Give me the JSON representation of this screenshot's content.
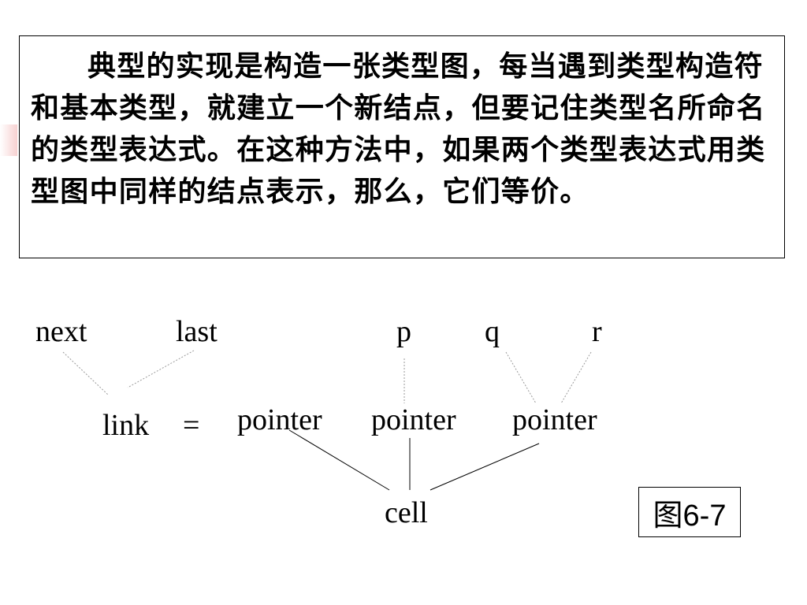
{
  "description": {
    "text": "典型的实现是构造一张类型图，每当遇到类型构造符和基本类型，就建立一个新结点，但要记住类型名所命名的类型表达式。在这种方法中，如果两个类型表达式用类型图中同样的结点表示，那么，它们等价。"
  },
  "diagram": {
    "names": [
      "next",
      "last",
      "p",
      "q",
      "r"
    ],
    "link_label": "link",
    "equals_sign": "=",
    "pointers": [
      "pointer",
      "pointer",
      "pointer"
    ],
    "cell_label": "cell",
    "edges": [
      {
        "from": "next",
        "to": "link",
        "style": "dotted"
      },
      {
        "from": "last",
        "to": "link",
        "style": "dotted"
      },
      {
        "from": "p",
        "to": "pointer-2",
        "style": "dotted"
      },
      {
        "from": "q",
        "to": "pointer-3",
        "style": "dotted"
      },
      {
        "from": "r",
        "to": "pointer-3",
        "style": "dotted"
      },
      {
        "from": "pointer-1",
        "to": "cell",
        "style": "solid"
      },
      {
        "from": "pointer-2",
        "to": "cell",
        "style": "solid"
      },
      {
        "from": "pointer-3",
        "to": "cell",
        "style": "solid"
      }
    ]
  },
  "figure_label": "图6-7"
}
